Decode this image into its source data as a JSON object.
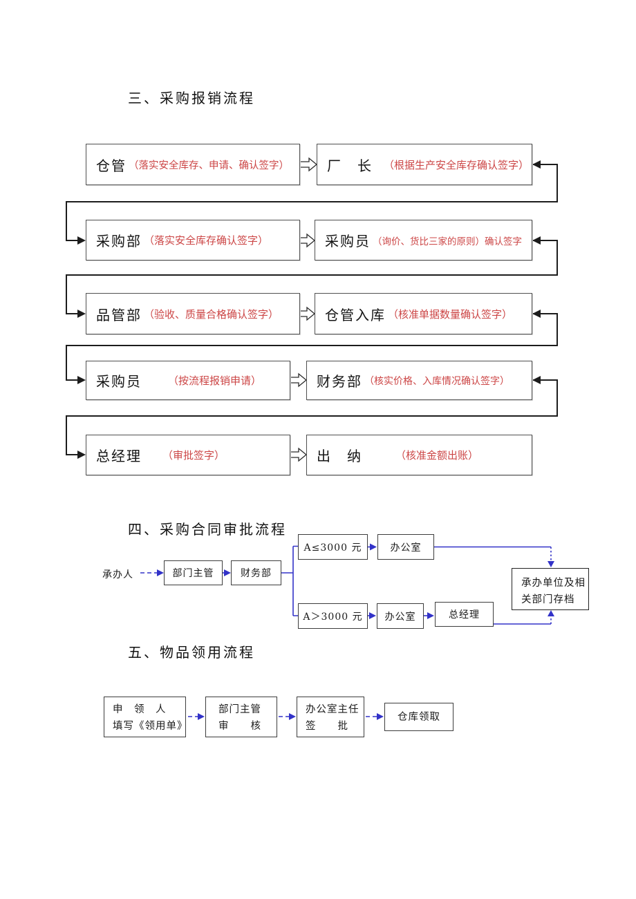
{
  "colors": {
    "annotation_red": "#cc4646",
    "flow_blue": "#3232c8",
    "line_black": "#1c1c1c",
    "box_border_gray": "#4f4f4f"
  },
  "section3": {
    "title": "三、采购报销流程",
    "rows": [
      {
        "left": {
          "role": "仓管",
          "note": "（落实安全库存、申请、确认签字）"
        },
        "right": {
          "role": "厂　长",
          "note": "（根据生产安全库存确认签字）"
        }
      },
      {
        "left": {
          "role": "采购部",
          "note": "（落实安全库存确认签字）"
        },
        "right": {
          "role": "采购员",
          "note": "（询价、货比三家的原则）确认签字"
        }
      },
      {
        "left": {
          "role": "品管部",
          "note": "（验收、质量合格确认签字）"
        },
        "right": {
          "role": "仓管入库",
          "note": "（核准单据数量确认签字）"
        }
      },
      {
        "left": {
          "role": "采购员",
          "note": "（按流程报销申请）"
        },
        "right": {
          "role": "财务部",
          "note": "（核实价格、入库情况确认签字）"
        }
      },
      {
        "left": {
          "role": "总经理",
          "note": "（审批签字）"
        },
        "right": {
          "role": "出　纳",
          "note": "（核准金额出账）"
        }
      }
    ]
  },
  "section4": {
    "title": "四、采购合同审批流程",
    "start_label": "承办人",
    "nodes": {
      "dept_head": "部门主管",
      "finance": "财务部",
      "low_amount": "A≤3000 元",
      "office_low": "办公室",
      "high_amount": "A＞3000 元",
      "office_high": "办公室",
      "gm": "总经理",
      "archive_line1": "承办单位及相",
      "archive_line2": "关部门存档"
    }
  },
  "section5": {
    "title": "五、物品领用流程",
    "nodes": {
      "applicant_line1": "申　领　人",
      "applicant_line2": "填写《领用单》",
      "dept_head_line1": "部门主管",
      "dept_head_line2": "审　　核",
      "office_line1": "办公室主任",
      "office_line2": "签　　批",
      "warehouse": "仓库领取"
    }
  }
}
